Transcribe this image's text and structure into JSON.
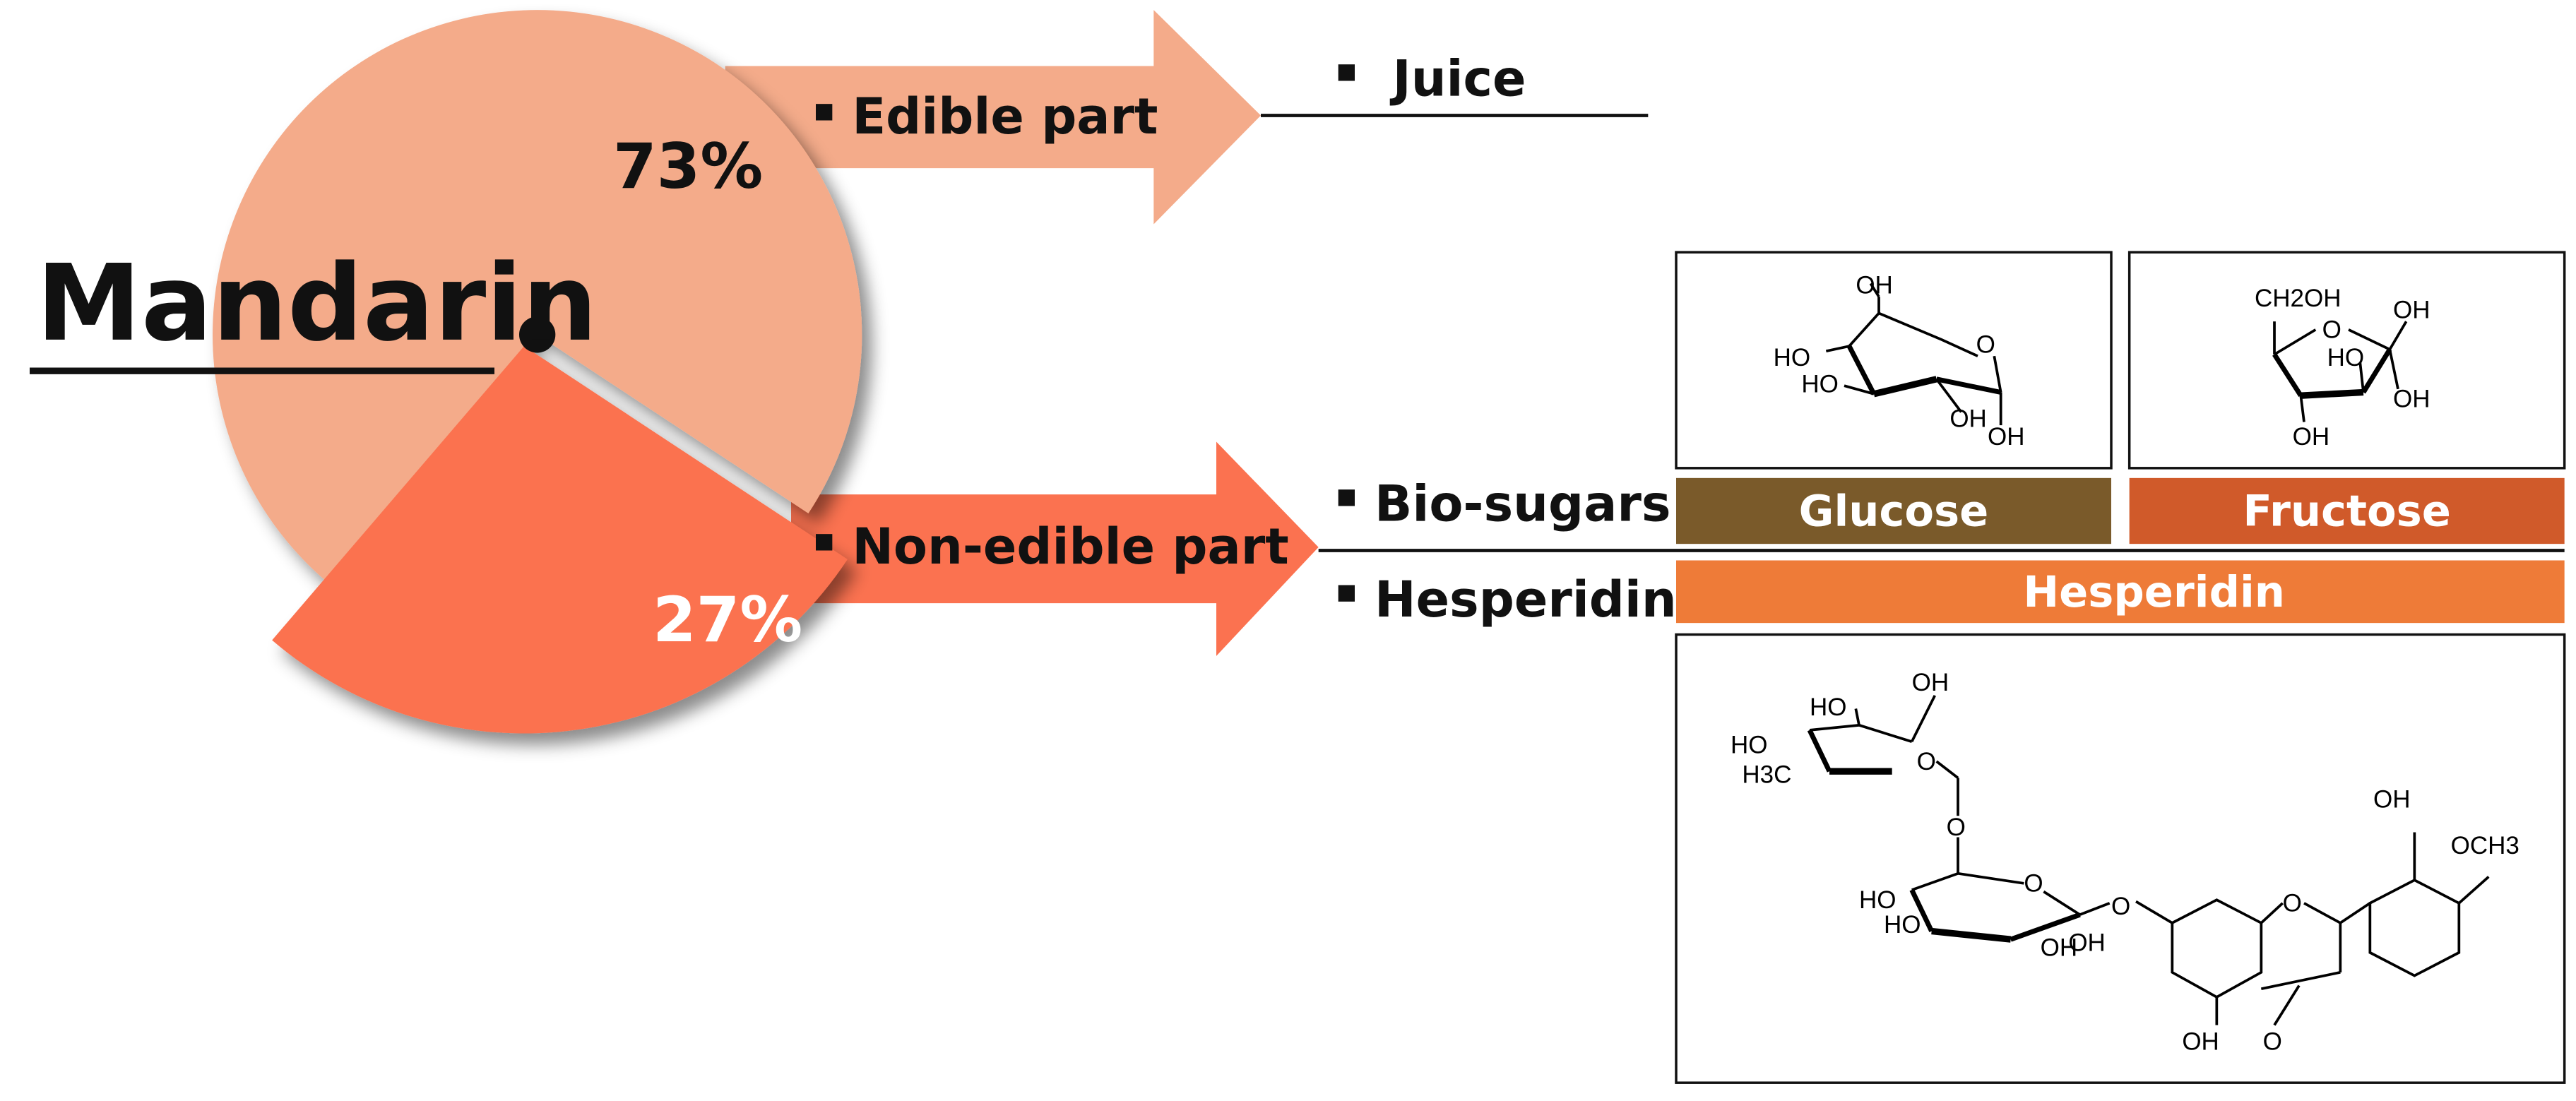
{
  "source": {
    "name": "Mandarin",
    "edible_percent_label": "73%",
    "non_edible_percent_label": "27%",
    "edible_fraction": 0.73,
    "non_edible_fraction": 0.27
  },
  "flows": {
    "edible_label": "Edible part",
    "non_edible_label": "Non-edible part"
  },
  "products": {
    "juice": "Juice",
    "bio_sugars": "Bio-sugars",
    "hesperidin": "Hesperidin"
  },
  "compounds": {
    "glucose": "Glucose",
    "fructose": "Fructose",
    "hesperidin": "Hesperidin"
  },
  "structure_labels": {
    "glucose": [
      "OH",
      "HO",
      "HO",
      "O",
      "OH",
      "OH"
    ],
    "fructose": [
      "CH2OH",
      "OH",
      "O",
      "HO",
      "OH",
      "OH"
    ],
    "hesperidin": [
      "OH",
      "HO",
      "HO",
      "H3C",
      "O",
      "O",
      "O",
      "HO",
      "HO",
      "OH",
      "OH",
      "O",
      "O",
      "OH",
      "OCH3",
      "OH",
      "O"
    ]
  },
  "colors": {
    "edible_slice": "#f4ab8a",
    "non_edible_slice": "#fb7250",
    "glucose_bar": "#7a5a2a",
    "fructose_bar": "#d05a2a",
    "hesperidin_bar": "#ee7b38",
    "text": "#111111"
  }
}
